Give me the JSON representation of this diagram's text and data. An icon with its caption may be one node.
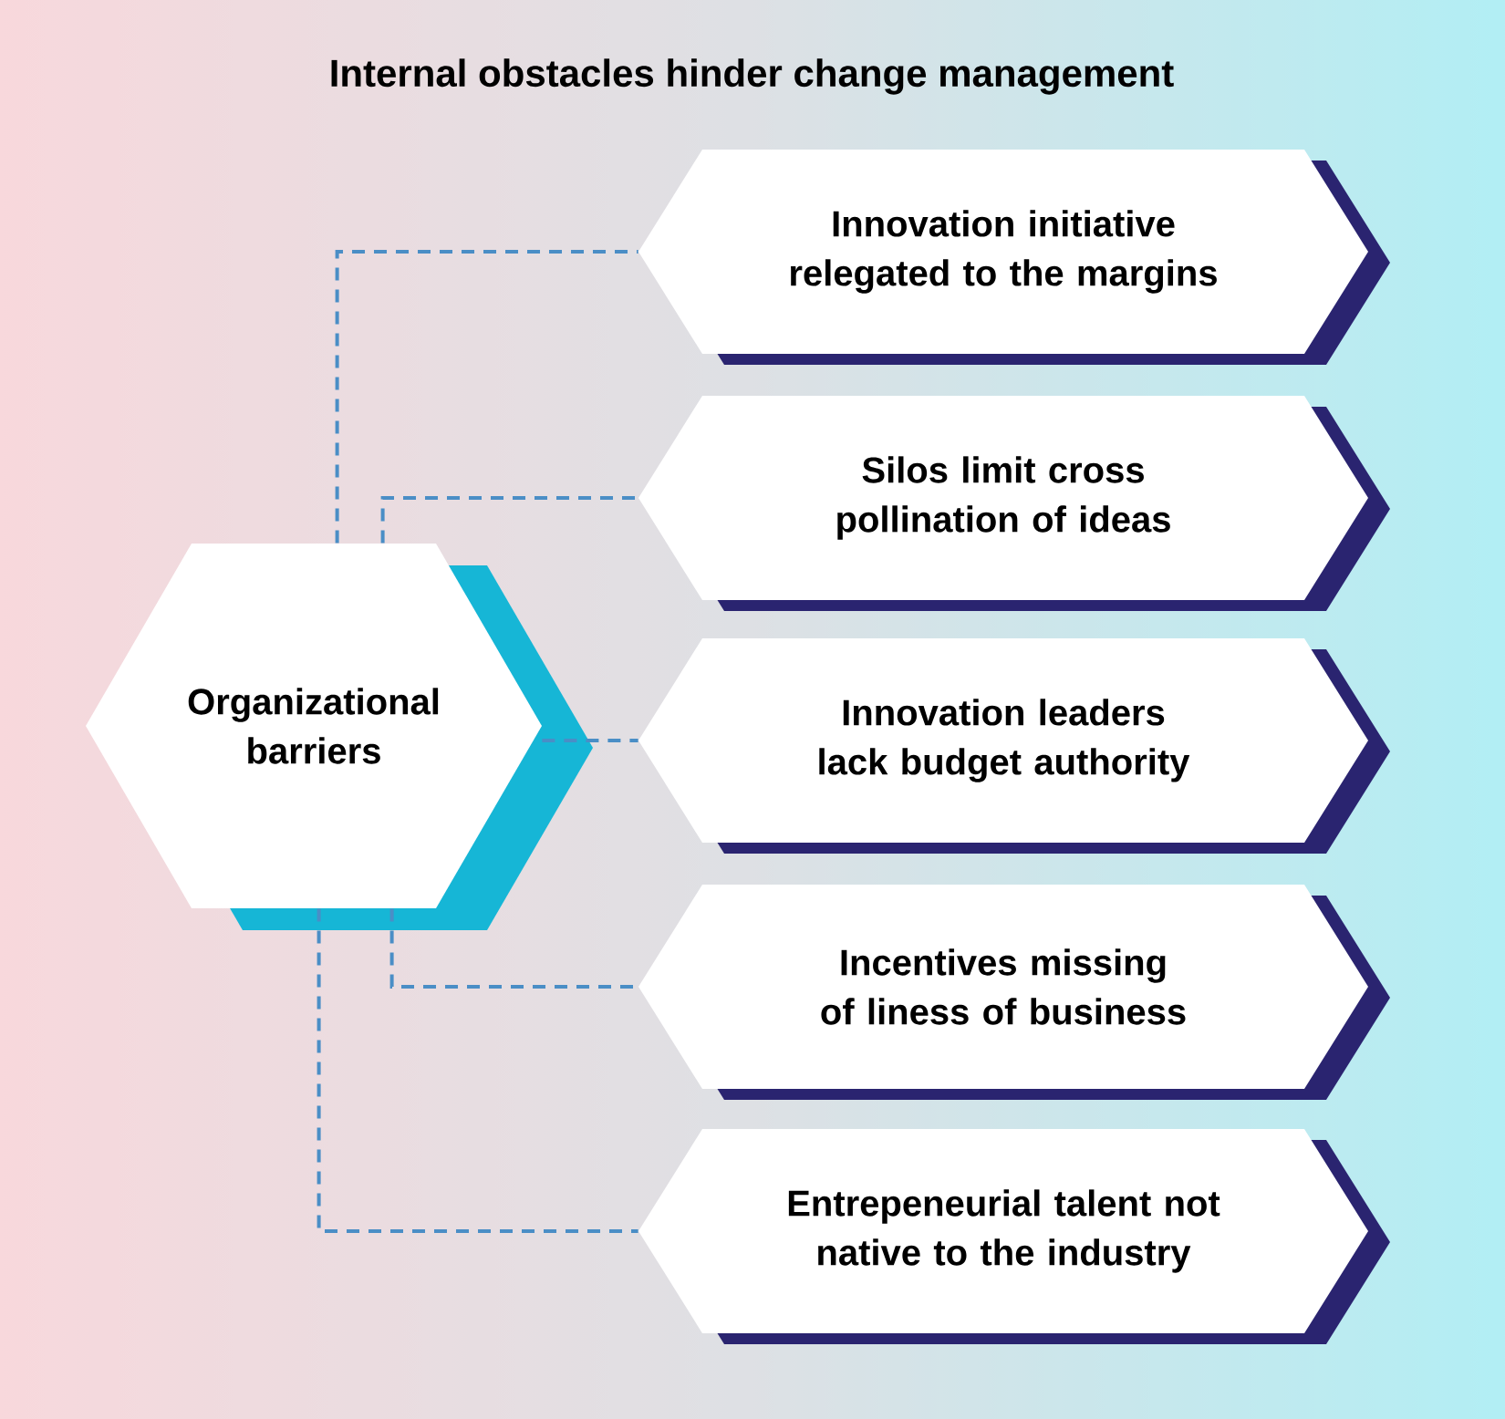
{
  "diagram": {
    "title": "Internal obstacles hinder change management",
    "nodes": [
      {
        "text": [
          "Organizational barriers"
        ]
      },
      {
        "text": [
          "Innovation initiative relegated to the margins"
        ]
      },
      {
        "text": [
          "Silos limit cross pollination of ideas"
        ]
      },
      {
        "text": [
          "Innovation leaders lack budget authority"
        ]
      },
      {
        "text": [
          "Incentives missing of liness of business"
        ]
      },
      {
        "text": [
          "Entrepeneurial talent not native to the industry"
        ]
      }
    ],
    "edges": [
      {
        "from": 0,
        "to": 1,
        "arrow": "none",
        "style": "dashed"
      },
      {
        "from": 0,
        "to": 2,
        "arrow": "none",
        "style": "dashed"
      },
      {
        "from": 0,
        "to": 3,
        "arrow": "none",
        "style": "dashed"
      },
      {
        "from": 0,
        "to": 4,
        "arrow": "none",
        "style": "dashed"
      },
      {
        "from": 0,
        "to": 5,
        "arrow": "none",
        "style": "dashed"
      }
    ]
  }
}
